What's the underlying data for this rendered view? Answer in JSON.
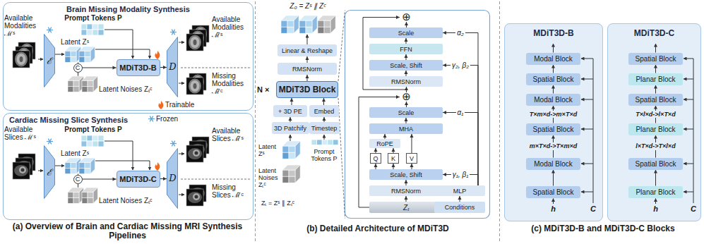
{
  "diagram": {
    "nodes": [
      {
        "text": [
          "Brain Missing Modality Synthesis"
        ]
      },
      {
        "text": [
          "ℰ"
        ],
        "in": 0
      },
      {
        "text": [
          "C"
        ],
        "in": 0
      },
      {
        "text": [
          "MDiT3D-B"
        ],
        "in": 0
      },
      {
        "text": [
          "D"
        ],
        "in": 0
      },
      {
        "text": [
          "Cardiac Missing Slice Synthesis"
        ]
      },
      {
        "text": [
          "ℰ"
        ],
        "in": 5
      },
      {
        "text": [
          "C"
        ],
        "in": 5
      },
      {
        "text": [
          "MDiT3D-C"
        ],
        "in": 5
      },
      {
        "text": [
          "D"
        ],
        "in": 5
      },
      {
        "text": [
          "Linear & Reshape"
        ]
      },
      {
        "text": [
          "RMSNorm"
        ]
      },
      {
        "text": [
          "MDiT3D Block"
        ]
      },
      {
        "text": [
          "+ 3D PE"
        ]
      },
      {
        "text": [
          "Embed"
        ]
      },
      {
        "text": [
          "3D Patchify"
        ]
      },
      {
        "text": [
          "Timestep"
        ]
      },
      {
        "text": [
          "⊕"
        ]
      },
      {
        "text": [
          "Scale"
        ]
      },
      {
        "text": [
          "FFN"
        ]
      },
      {
        "text": [
          "Scale, Shift"
        ]
      },
      {
        "text": [
          "RMSNorm"
        ]
      },
      {
        "text": [
          "⊕"
        ]
      },
      {
        "text": [
          "Scale"
        ]
      },
      {
        "text": [
          "MHA"
        ]
      },
      {
        "text": [
          "RoPE"
        ]
      },
      {
        "text": [
          "Q"
        ]
      },
      {
        "text": [
          "K"
        ]
      },
      {
        "text": [
          "V"
        ]
      },
      {
        "text": [
          "Scale, Shift"
        ]
      },
      {
        "text": [
          "RMSNorm"
        ]
      },
      {
        "text": [
          "MLP"
        ]
      },
      {
        "text": [
          "Zₜ"
        ]
      },
      {
        "text": [
          "Conditions"
        ]
      },
      {
        "text": [
          "MDiT3D-B"
        ]
      },
      {
        "text": [
          "Modal Block"
        ],
        "in": 34
      },
      {
        "text": [
          "Spatial Block"
        ],
        "in": 34
      },
      {
        "text": [
          "Modal Block"
        ],
        "in": 34
      },
      {
        "text": [
          "Spatial Block"
        ],
        "in": 34
      },
      {
        "text": [
          "Modal Block"
        ],
        "in": 34
      },
      {
        "text": [
          "Spatial Block"
        ],
        "in": 34
      },
      {
        "text": [
          "MDiT3D-C"
        ]
      },
      {
        "text": [
          "Spatial Block"
        ],
        "in": 41
      },
      {
        "text": [
          "Planar Block"
        ],
        "in": 41
      },
      {
        "text": [
          "Spatial Block"
        ],
        "in": 41
      },
      {
        "text": [
          "Planar Block"
        ],
        "in": 41
      },
      {
        "text": [
          "Spatial Block"
        ],
        "in": 41
      },
      {
        "text": [
          "Planar Block"
        ],
        "in": 41
      }
    ],
    "edges": [
      {
        "from": 2,
        "to": 3,
        "arrow": "to"
      },
      {
        "from": 3,
        "to": 4,
        "arrow": "to"
      },
      {
        "from": 7,
        "to": 8,
        "arrow": "to"
      },
      {
        "from": 8,
        "to": 9,
        "arrow": "to"
      },
      {
        "from": 16,
        "to": 14,
        "arrow": "to"
      },
      {
        "from": 14,
        "to": 12,
        "arrow": "to"
      },
      {
        "from": 15,
        "to": 13,
        "arrow": "to"
      },
      {
        "from": 13,
        "to": 12,
        "arrow": "to"
      },
      {
        "from": 12,
        "to": 11,
        "arrow": "to"
      },
      {
        "from": 11,
        "to": 10,
        "arrow": "to"
      },
      {
        "from": 32,
        "to": 30,
        "arrow": "to"
      },
      {
        "from": 30,
        "to": 29,
        "arrow": "to"
      },
      {
        "from": 29,
        "to": 26,
        "arrow": "to"
      },
      {
        "from": 29,
        "to": 27,
        "arrow": "to"
      },
      {
        "from": 29,
        "to": 28,
        "arrow": "to"
      },
      {
        "from": 26,
        "to": 25,
        "arrow": "to"
      },
      {
        "from": 27,
        "to": 25,
        "arrow": "to"
      },
      {
        "from": 25,
        "to": 24,
        "arrow": "to"
      },
      {
        "from": 28,
        "to": 24,
        "arrow": "to"
      },
      {
        "from": 24,
        "to": 23,
        "arrow": "to"
      },
      {
        "from": 23,
        "to": 22,
        "arrow": "to"
      },
      {
        "from": 22,
        "to": 21,
        "arrow": "to"
      },
      {
        "from": 21,
        "to": 20,
        "arrow": "to"
      },
      {
        "from": 20,
        "to": 19,
        "arrow": "to"
      },
      {
        "from": 19,
        "to": 18,
        "arrow": "to"
      },
      {
        "from": 18,
        "to": 17,
        "arrow": "to"
      },
      {
        "from": 33,
        "to": 31,
        "arrow": "to"
      },
      {
        "from": 31,
        "to": 29,
        "label": "γ₁, β₁",
        "arrow": "to"
      },
      {
        "from": 31,
        "to": 23,
        "label": "α₁",
        "arrow": "to"
      },
      {
        "from": 31,
        "to": 20,
        "label": "γ₂, β₂",
        "arrow": "to"
      },
      {
        "from": 31,
        "to": 18,
        "label": "α₂",
        "arrow": "to"
      },
      {
        "from": 32,
        "to": 22,
        "arrow": "to"
      },
      {
        "from": 22,
        "to": 17,
        "arrow": "to"
      },
      {
        "from": 40,
        "to": 39,
        "arrow": "to"
      },
      {
        "from": 39,
        "to": 38,
        "label": "m×T×d->T×m×d",
        "arrow": "to"
      },
      {
        "from": 38,
        "to": 37,
        "label": "T×m×d->m×T×d",
        "arrow": "to"
      },
      {
        "from": 37,
        "to": 36,
        "arrow": "to"
      },
      {
        "from": 36,
        "to": 35,
        "arrow": "to"
      },
      {
        "from": 47,
        "to": 46,
        "arrow": "to"
      },
      {
        "from": 46,
        "to": 45,
        "label": "l×T×d->T×l×d",
        "arrow": "to"
      },
      {
        "from": 45,
        "to": 44,
        "label": "T×l×d->l×T×d",
        "arrow": "to"
      },
      {
        "from": 44,
        "to": 43,
        "arrow": "to"
      },
      {
        "from": 43,
        "to": 42,
        "arrow": "to"
      }
    ],
    "labels": [
      "Available Modalities ℳˢ",
      "Prompt Tokens P",
      "Latent Zˢ",
      "Latent Noises Zₜᶜ",
      "Available Modalities ℳ̃ˢ",
      "Missing Modalities ℳ̃ᶜ",
      "Available Slices ℳˢ",
      "Prompt Tokens P",
      "Latent Zˢ",
      "Latent Noises Zₜᶜ",
      "Available Slices ℳ̃ˢ",
      "Missing Slices ℳ̃ᶜ",
      "(a) Overview of Brain and Cardiac Missing MRI Synthesis Pipelines",
      "Z₀ = Zˢ ∥ Zᶜ",
      "N ×",
      "Latent Zˢ",
      "Prompt Tokens P",
      "Latent Noises Zₜᶜ",
      "Zₜ = Zˢ ∥ Zₜᶜ",
      "(b) Detailed Architecture of MDiT3D",
      "h",
      "C",
      "h",
      "C",
      "(c) MDiT3D-B and MDiT3D-C Blocks"
    ],
    "legend": [
      {
        "text": "Trainable"
      },
      {
        "text": "Frozen"
      }
    ]
  }
}
